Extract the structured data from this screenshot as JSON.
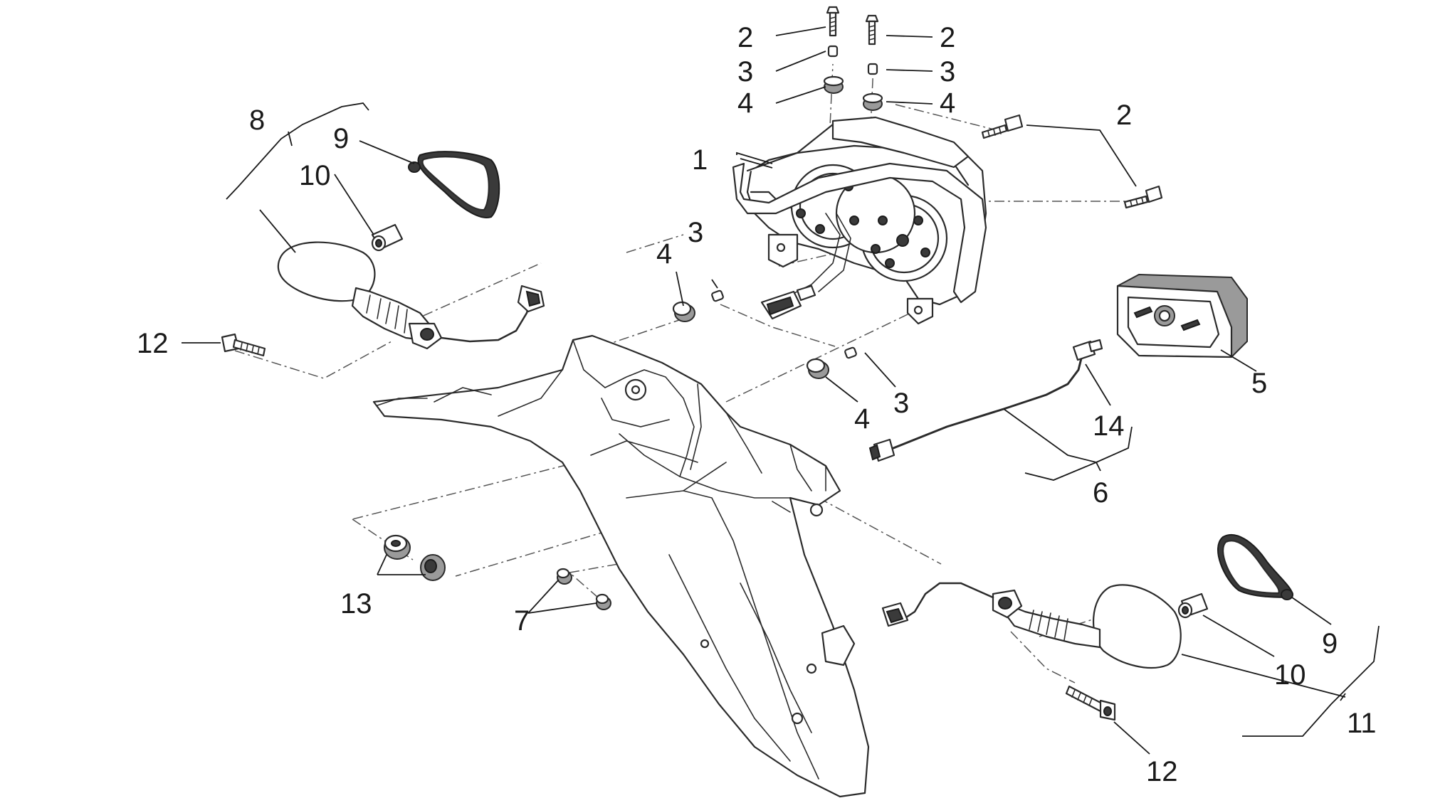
{
  "callouts": {
    "c1": "1",
    "c2a": "2",
    "c2b": "2",
    "c2c": "2",
    "c3a": "3",
    "c3b": "3",
    "c3c": "3",
    "c3d": "3",
    "c4a": "4",
    "c4b": "4",
    "c4c": "4",
    "c4d": "4",
    "c5": "5",
    "c6": "6",
    "c7": "7",
    "c8": "8",
    "c9a": "9",
    "c9b": "9",
    "c10a": "10",
    "c10b": "10",
    "c11": "11",
    "c12a": "12",
    "c12b": "12",
    "c13": "13",
    "c14": "14"
  }
}
